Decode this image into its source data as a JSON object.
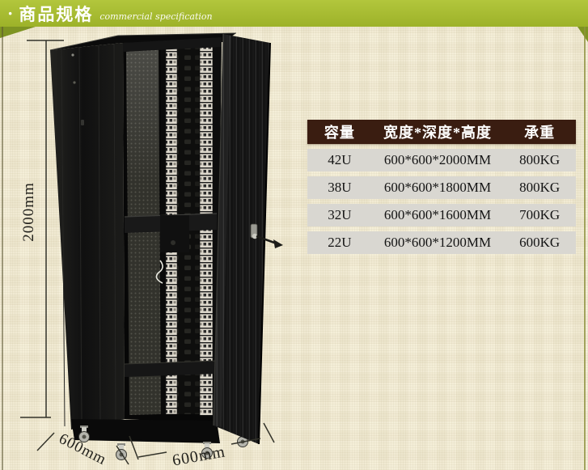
{
  "banner": {
    "bullet": "·",
    "title": "商品规格",
    "subtitle": "commercial specification"
  },
  "dimensions": {
    "height_label": "2000mm",
    "depth_label": "600mm",
    "width_label": "600mm"
  },
  "spec_table": {
    "headers": [
      "容量",
      "宽度*深度*高度",
      "承重"
    ],
    "rows": [
      [
        "42U",
        "600*600*2000MM",
        "800KG"
      ],
      [
        "38U",
        "600*600*1800MM",
        "800KG"
      ],
      [
        "32U",
        "600*600*1600MM",
        "700KG"
      ],
      [
        "22U",
        "600*600*1200MM",
        "600KG"
      ]
    ]
  },
  "colors": {
    "banner_green": "#a7bd31",
    "corner_olive": "#7e9422",
    "table_header_brown": "#3a1d11",
    "table_row_gray": "#d9d7d1",
    "background_cream": "#f4edd6",
    "dimension_line": "#33332a"
  }
}
